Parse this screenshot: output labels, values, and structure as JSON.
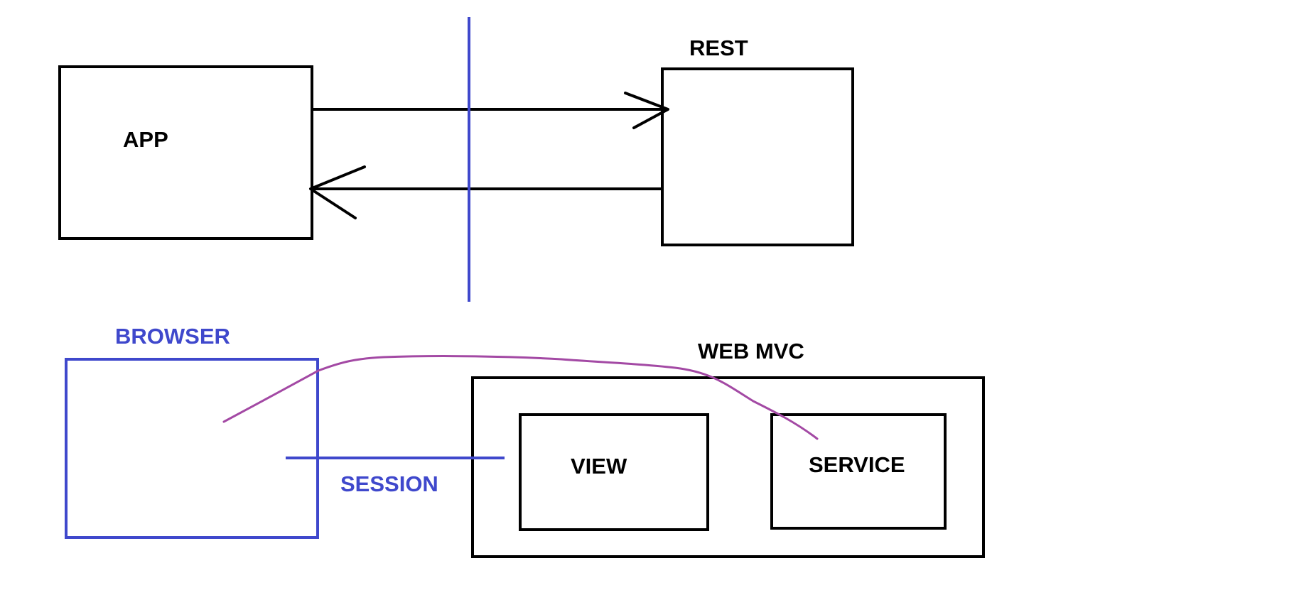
{
  "labels": {
    "app": "APP",
    "rest": "REST",
    "browser": "BROWSER",
    "web_mvc": "WEB MVC",
    "view": "VIEW",
    "service": "SERVICE",
    "session": "SESSION"
  },
  "colors": {
    "ink": "#000000",
    "blue": "#3f48cc",
    "purple": "#a349a4"
  }
}
